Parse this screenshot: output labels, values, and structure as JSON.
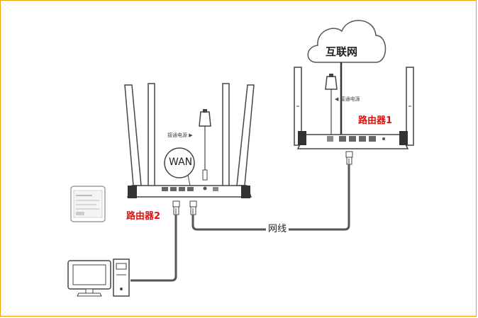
{
  "cloud": {
    "label": "互联网"
  },
  "router1": {
    "label": "路由器1",
    "power_label": "◀ 接通电源"
  },
  "router2": {
    "label": "路由器2",
    "power_label": "接通电源 ▶",
    "wan_label": "WAN"
  },
  "cable": {
    "label": "网线"
  },
  "colors": {
    "border": "#f0a000",
    "highlight": "#e01010",
    "cable": "#555555"
  }
}
